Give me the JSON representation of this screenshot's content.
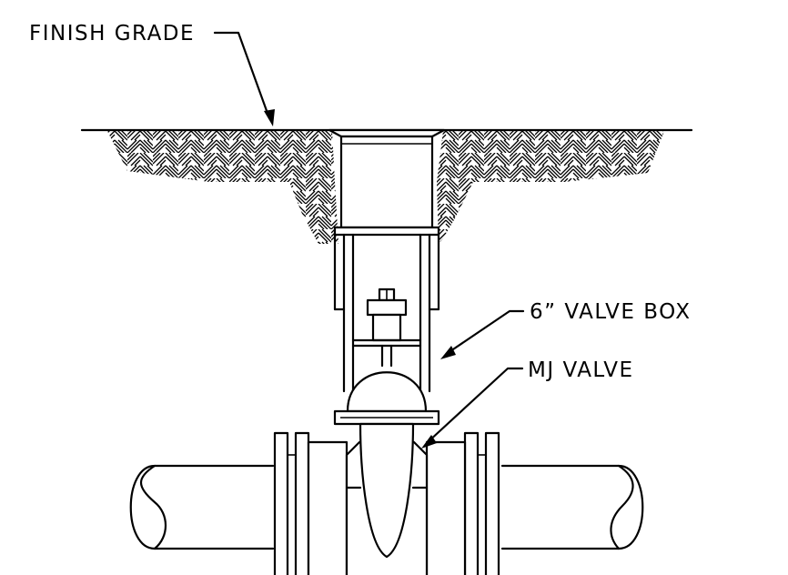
{
  "labels": {
    "finish_grade": "FINISH GRADE",
    "valve_box": "6” VALVE BOX",
    "mj_valve": "MJ VALVE"
  },
  "colors": {
    "ink": "#000000",
    "paper": "#ffffff"
  }
}
